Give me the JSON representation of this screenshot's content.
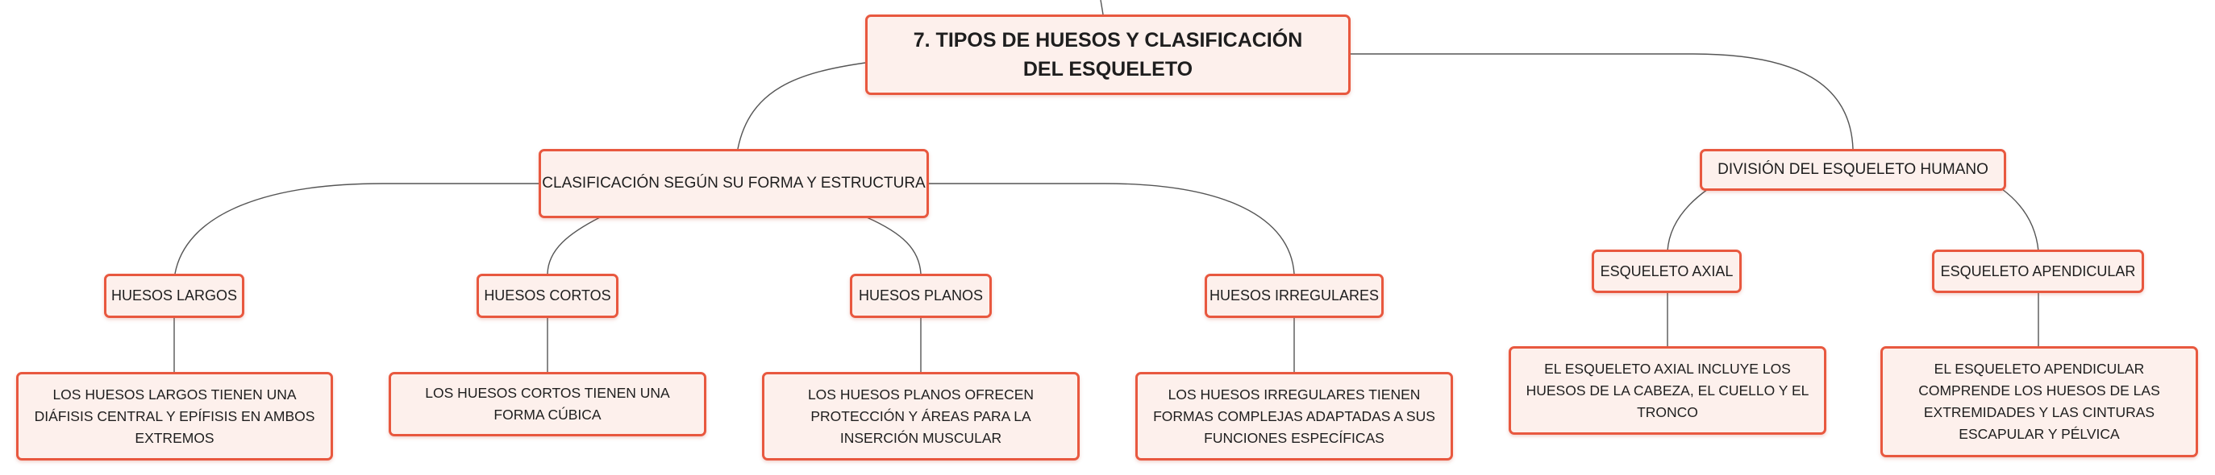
{
  "root": {
    "title": "7. TIPOS DE HUESOS Y CLASIFICACIÓN DEL ESQUELETO"
  },
  "classification": {
    "title": "CLASIFICACIÓN SEGÚN SU FORMA Y ESTRUCTURA",
    "types": [
      {
        "name": "HUESOS LARGOS",
        "description": "LOS HUESOS LARGOS TIENEN UNA DIÁFISIS CENTRAL Y EPÍFISIS EN AMBOS EXTREMOS"
      },
      {
        "name": "HUESOS CORTOS",
        "description": "LOS HUESOS CORTOS TIENEN UNA FORMA CÚBICA"
      },
      {
        "name": "HUESOS PLANOS",
        "description": "LOS HUESOS PLANOS OFRECEN PROTECCIÓN Y ÁREAS PARA LA INSERCIÓN MUSCULAR"
      },
      {
        "name": "HUESOS IRREGULARES",
        "description": "LOS HUESOS IRREGULARES TIENEN FORMAS COMPLEJAS ADAPTADAS A SUS FUNCIONES ESPECÍFICAS"
      }
    ]
  },
  "division": {
    "title": "DIVISIÓN DEL ESQUELETO HUMANO",
    "parts": [
      {
        "name": "ESQUELETO AXIAL",
        "description": "EL ESQUELETO AXIAL INCLUYE LOS HUESOS DE LA CABEZA, EL CUELLO Y EL TRONCO"
      },
      {
        "name": "ESQUELETO APENDICULAR",
        "description": "EL ESQUELETO APENDICULAR COMPRENDE LOS HUESOS DE LAS EXTREMIDADES Y LAS CINTURAS ESCAPULAR Y PÉLVICA"
      }
    ]
  },
  "colors": {
    "node_border": "#e8583f",
    "node_fill": "#fdf0ec",
    "connector": "#555555",
    "text": "#1e1e1e"
  }
}
